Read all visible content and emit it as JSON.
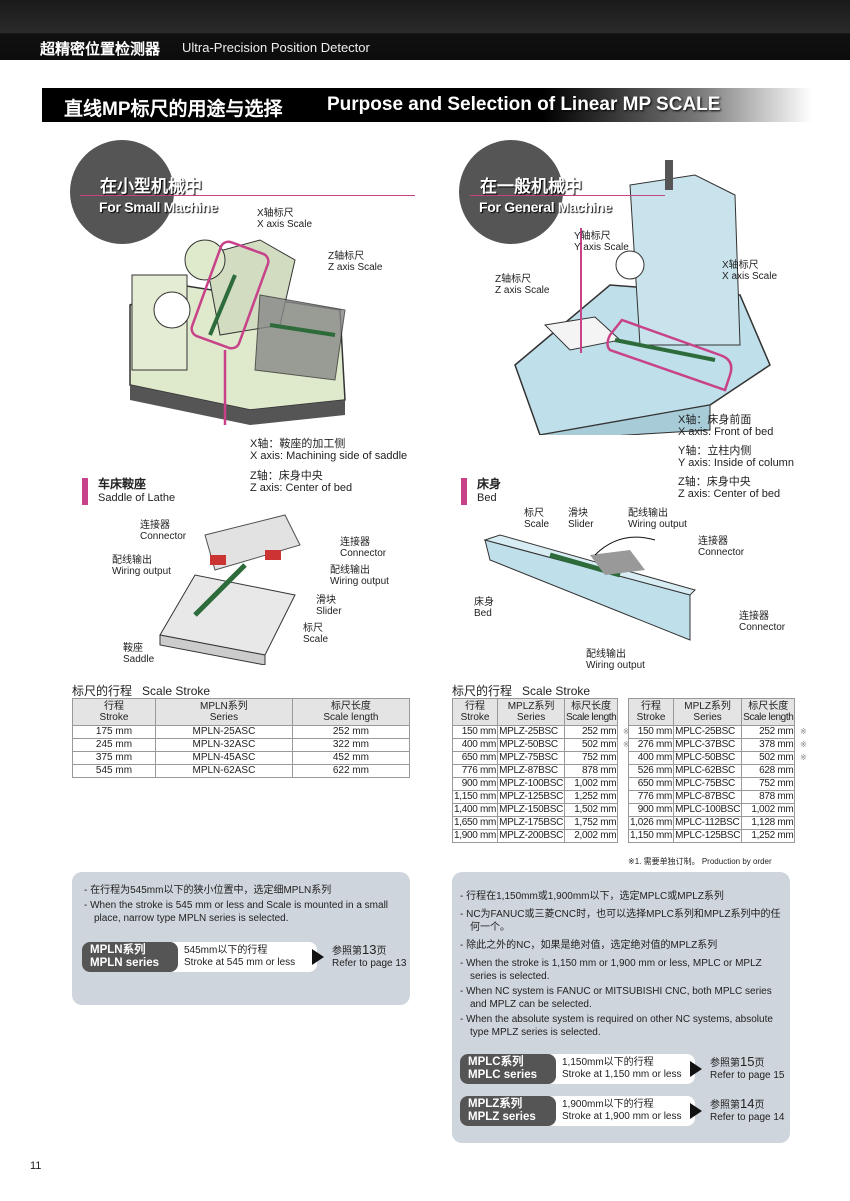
{
  "header": {
    "category_zh": "超精密位置检测器",
    "category_en": "Ultra-Precision Position Detector"
  },
  "title": {
    "zh": "直线MP标尺的用途与选择",
    "en": "Purpose and Selection of Linear MP SCALE"
  },
  "small_machine": {
    "heading_zh": "在小型机械中",
    "heading_en": "For Small Machine",
    "x_scale_zh": "X轴标尺",
    "x_scale_en": "X axis Scale",
    "z_scale_zh": "Z轴标尺",
    "z_scale_en": "Z axis Scale",
    "x_note_zh": "X轴：鞍座的加工侧",
    "x_note_en": "X axis: Machining side of saddle",
    "z_note_zh": "Z轴：床身中央",
    "z_note_en": "Z axis: Center of bed",
    "tag_zh": "车床鞍座",
    "tag_en": "Saddle of Lathe",
    "detail": {
      "connector1_zh": "连接器",
      "connector1_en": "Connector",
      "wiring1_zh": "配线输出",
      "wiring1_en": "Wiring output",
      "connector2_zh": "连接器",
      "connector2_en": "Connector",
      "wiring2_zh": "配线输出",
      "wiring2_en": "Wiring output",
      "slider_zh": "滑块",
      "slider_en": "Slider",
      "scale_zh": "标尺",
      "scale_en": "Scale",
      "saddle_zh": "鞍座",
      "saddle_en": "Saddle"
    }
  },
  "general_machine": {
    "heading_zh": "在一般机械中",
    "heading_en": "For General Machine",
    "y_scale_zh": "Y轴标尺",
    "y_scale_en": "Y axis Scale",
    "z_scale_zh": "Z轴标尺",
    "z_scale_en": "Z axis Scale",
    "x_scale_zh": "X轴标尺",
    "x_scale_en": "X axis Scale",
    "x_note_zh": "X轴：床身前面",
    "x_note_en": "X axis: Front of bed",
    "y_note_zh": "Y轴：立柱内侧",
    "y_note_en": "Y axis: Inside of column",
    "z_note_zh": "Z轴：床身中央",
    "z_note_en": "Z axis: Center of bed",
    "tag_zh": "床身",
    "tag_en": "Bed",
    "detail": {
      "scale_zh": "标尺",
      "scale_en": "Scale",
      "slider_zh": "滑块",
      "slider_en": "Slider",
      "wiring1_zh": "配线输出",
      "wiring1_en": "Wiring output",
      "connector1_zh": "连接器",
      "connector1_en": "Connector",
      "bed_zh": "床身",
      "bed_en": "Bed",
      "connector2_zh": "连接器",
      "connector2_en": "Connector",
      "wiring2_zh": "配线输出",
      "wiring2_en": "Wiring output"
    }
  },
  "tables": {
    "left": {
      "title_zh": "标尺的行程",
      "title_en": "Scale Stroke",
      "headers": [
        {
          "zh": "行程",
          "en": "Stroke"
        },
        {
          "zh": "MPLN系列",
          "en": "Series"
        },
        {
          "zh": "标尺长度",
          "en": "Scale length"
        }
      ],
      "rows": [
        [
          "175 mm",
          "MPLN-25ASC",
          "252 mm",
          ""
        ],
        [
          "245 mm",
          "MPLN-32ASC",
          "322 mm",
          ""
        ],
        [
          "375 mm",
          "MPLN-45ASC",
          "452 mm",
          ""
        ],
        [
          "545 mm",
          "MPLN-62ASC",
          "622 mm",
          ""
        ]
      ]
    },
    "mplz": {
      "title_zh": "标尺的行程",
      "title_en": "Scale Stroke",
      "headers": [
        {
          "zh": "行程",
          "en": "Stroke"
        },
        {
          "zh": "MPLZ系列",
          "en": "Series"
        },
        {
          "zh": "标尺长度",
          "en": "Scale length"
        }
      ],
      "rows": [
        [
          "150 mm",
          "MPLZ-25BSC",
          "252 mm",
          "※"
        ],
        [
          "400 mm",
          "MPLZ-50BSC",
          "502 mm",
          "※"
        ],
        [
          "650 mm",
          "MPLZ-75BSC",
          "752 mm",
          ""
        ],
        [
          "776 mm",
          "MPLZ-87BSC",
          "878 mm",
          ""
        ],
        [
          "900 mm",
          "MPLZ-100BSC",
          "1,002 mm",
          ""
        ],
        [
          "1,150 mm",
          "MPLZ-125BSC",
          "1,252 mm",
          ""
        ],
        [
          "1,400 mm",
          "MPLZ-150BSC",
          "1,502 mm",
          ""
        ],
        [
          "1,650 mm",
          "MPLZ-175BSC",
          "1,752 mm",
          ""
        ],
        [
          "1,900 mm",
          "MPLZ-200BSC",
          "2,002 mm",
          ""
        ]
      ]
    },
    "mplc": {
      "headers": [
        {
          "zh": "行程",
          "en": "Stroke"
        },
        {
          "zh": "MPLZ系列",
          "en": "Series"
        },
        {
          "zh": "标尺长度",
          "en": "Scale length"
        }
      ],
      "rows": [
        [
          "150 mm",
          "MPLC-25BSC",
          "252 mm",
          "※"
        ],
        [
          "276 mm",
          "MPLC-37BSC",
          "378 mm",
          "※"
        ],
        [
          "400 mm",
          "MPLC-50BSC",
          "502 mm",
          "※"
        ],
        [
          "526 mm",
          "MPLC-62BSC",
          "628 mm",
          ""
        ],
        [
          "650 mm",
          "MPLC-75BSC",
          "752 mm",
          ""
        ],
        [
          "776 mm",
          "MPLC-87BSC",
          "878 mm",
          ""
        ],
        [
          "900 mm",
          "MPLC-100BSC",
          "1,002 mm",
          ""
        ],
        [
          "1,026 mm",
          "MPLC-112BSC",
          "1,128 mm",
          ""
        ],
        [
          "1,150 mm",
          "MPLC-125BSC",
          "1,252 mm",
          ""
        ]
      ],
      "footnote_zh": "※1. 需要单独订制。",
      "footnote_en": "Production by order"
    }
  },
  "left_box": {
    "notes": [
      "在行程为545mm以下的狭小位置中，选定细MPLN系列",
      "When the stroke is 545 mm or less and Scale is mounted in a small place, narrow type MPLN series is selected."
    ],
    "series": [
      {
        "zh": "MPLN系列",
        "en": "MPLN series",
        "stroke_zh": "545mm以下的行程",
        "stroke_en": "Stroke at 545 mm or less",
        "ref_zh": "参照第",
        "ref_page": "13",
        "ref_zh_end": "页",
        "ref_en": "Refer to page 13"
      }
    ]
  },
  "right_box": {
    "notes": [
      "行程在1,150mm或1,900mm以下，选定MPLC或MPLZ系列",
      "NC为FANUC或三菱CNC时，也可以选择MPLC系列和MPLZ系列中的任何一个。",
      "除此之外的NC，如果是绝对值，选定绝对值的MPLZ系列",
      "When the stroke is 1,150 mm or 1,900 mm or less, MPLC or MPLZ series is selected.",
      "When NC system is FANUC or MITSUBISHI CNC, both MPLC series and MPLZ can be selected.",
      "When the absolute system is required on other NC systems, absolute type MPLZ series is selected."
    ],
    "series": [
      {
        "zh": "MPLC系列",
        "en": "MPLC series",
        "stroke_zh": "1,150mm以下的行程",
        "stroke_en": "Stroke at 1,150 mm or less",
        "ref_zh": "参照第",
        "ref_page": "15",
        "ref_zh_end": "页",
        "ref_en": "Refer to page 15"
      },
      {
        "zh": "MPLZ系列",
        "en": "MPLZ series",
        "stroke_zh": "1,900mm以下的行程",
        "stroke_en": "Stroke at 1,900 mm or less",
        "ref_zh": "参照第",
        "ref_page": "14",
        "ref_zh_end": "页",
        "ref_en": "Refer to page 14"
      }
    ]
  },
  "page_number": "11",
  "colors": {
    "accent": "#c8428a",
    "lathe": "#dfe9cc",
    "mill": "#bfdfea",
    "box": "#cfd5dc"
  }
}
